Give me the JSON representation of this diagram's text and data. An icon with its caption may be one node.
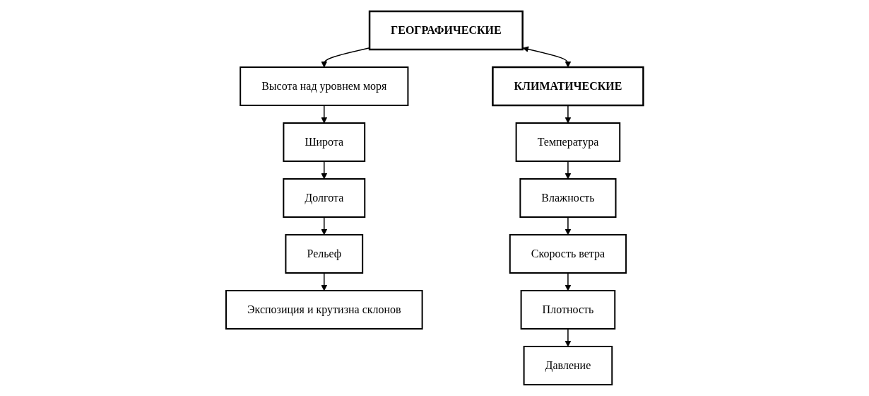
{
  "diagram": {
    "nodes": [
      {
        "text": [
          "ГЕОГРАФИЧЕСКИЕ"
        ]
      },
      {
        "text": [
          "Высота над уровнем моря"
        ]
      },
      {
        "text": [
          "Широта"
        ]
      },
      {
        "text": [
          "Долгота"
        ]
      },
      {
        "text": [
          "Рельеф"
        ]
      },
      {
        "text": [
          "Экспозиция и крутизна склонов"
        ]
      },
      {
        "text": [
          "КЛИМАТИЧЕСКИЕ"
        ]
      },
      {
        "text": [
          "Температура"
        ]
      },
      {
        "text": [
          "Влажность"
        ]
      },
      {
        "text": [
          "Скорость ветра"
        ]
      },
      {
        "text": [
          "Плотность"
        ]
      },
      {
        "text": [
          "Давление"
        ]
      }
    ],
    "edges": [
      {
        "from": 0,
        "to": 6,
        "arrow": "both"
      },
      {
        "from": 0,
        "to": 1,
        "arrow": "to"
      },
      {
        "from": 1,
        "to": 2,
        "arrow": "to"
      },
      {
        "from": 2,
        "to": 3,
        "arrow": "to"
      },
      {
        "from": 3,
        "to": 4,
        "arrow": "to"
      },
      {
        "from": 4,
        "to": 5,
        "arrow": "to"
      },
      {
        "from": 6,
        "to": 7,
        "arrow": "to"
      },
      {
        "from": 7,
        "to": 8,
        "arrow": "to"
      },
      {
        "from": 8,
        "to": 9,
        "arrow": "to"
      },
      {
        "from": 9,
        "to": 10,
        "arrow": "to"
      },
      {
        "from": 10,
        "to": 11,
        "arrow": "to"
      }
    ]
  }
}
